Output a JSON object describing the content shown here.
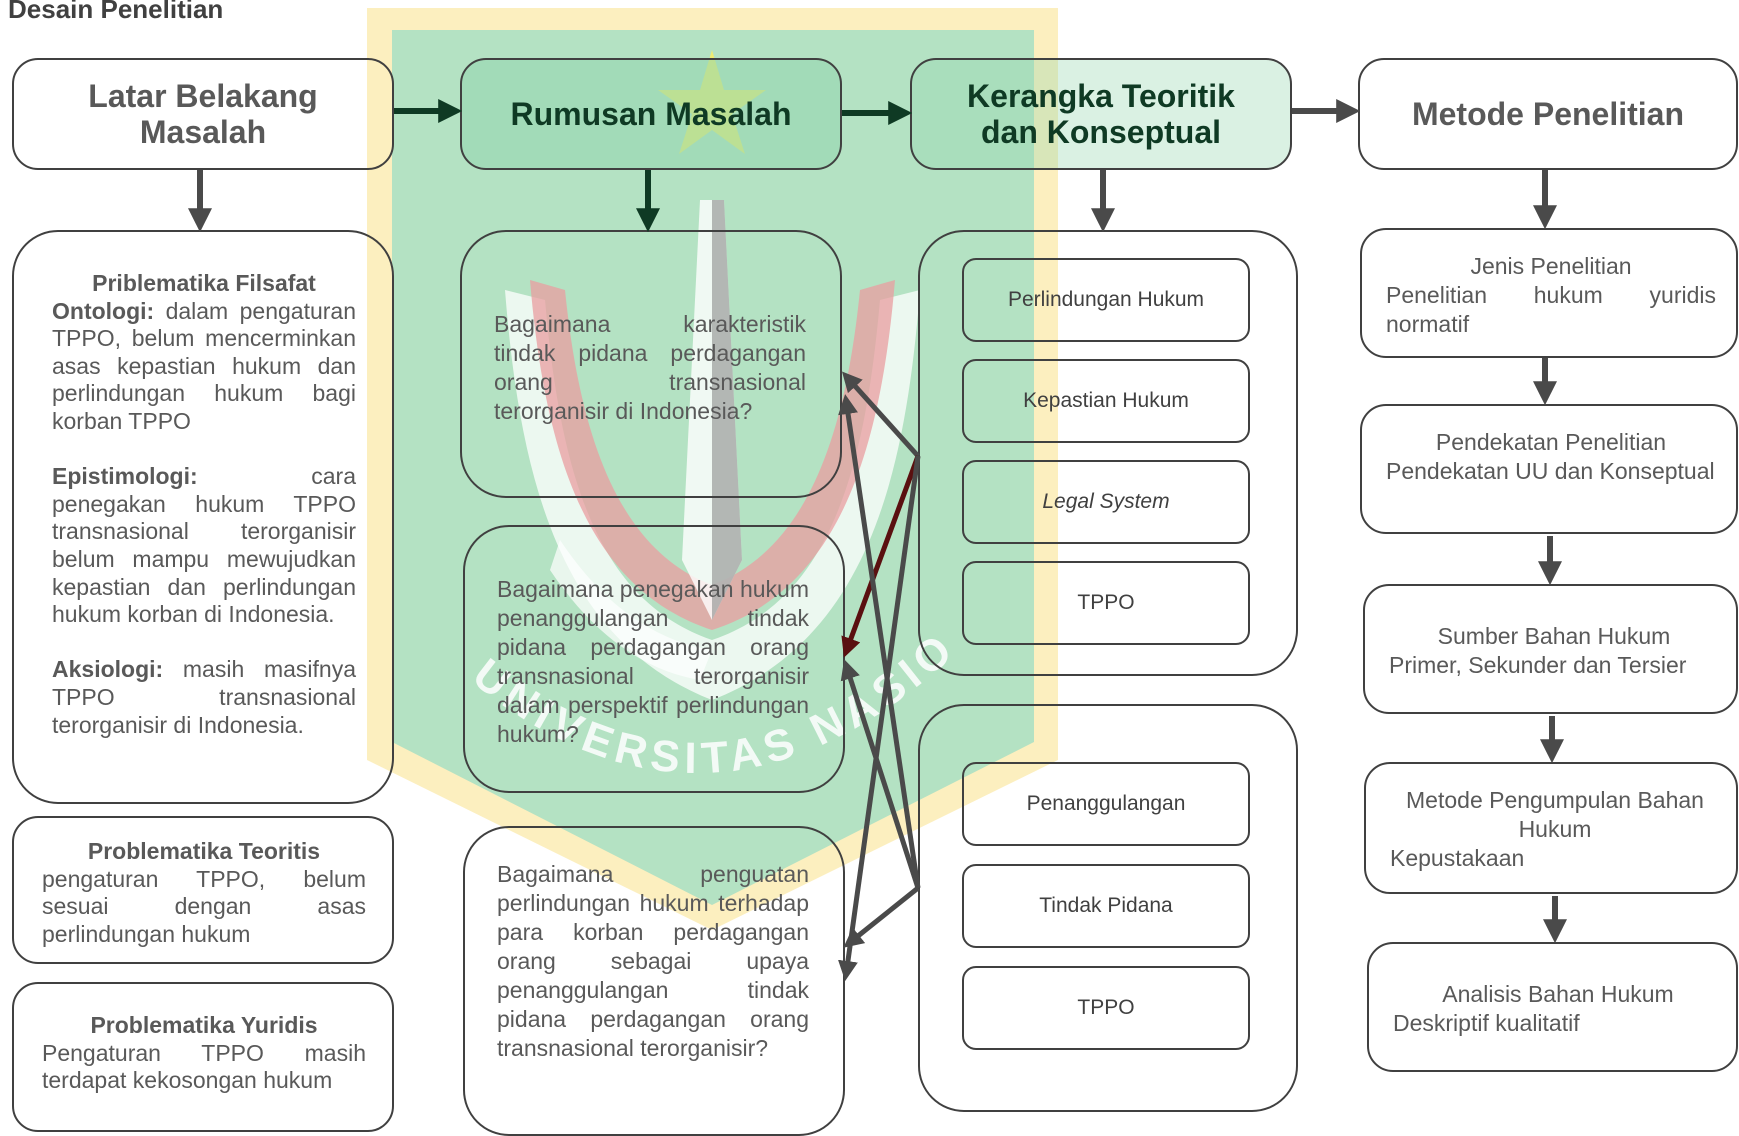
{
  "page_title": "Desain Penelitian",
  "watermark_text": "UNIVERSITAS NASIONAL",
  "colors": {
    "border": "#404040",
    "header_green": "#94d6ae",
    "arrow_green": "#0f3a24",
    "arrow_gray": "#4a4a4a",
    "arrow_dark_red": "#5a1010",
    "text": "#595959"
  },
  "headers": {
    "latar": "Latar Belakang Masalah",
    "rumusan": "Rumusan Masalah",
    "kerangka": "Kerangka Teoritik dan Konseptual",
    "metode": "Metode Penelitian"
  },
  "latar": {
    "filsafat": {
      "title": "Priblematika Filsafat",
      "ontologi_label": "Ontologi:",
      "ontologi_text": " dalam pengaturan TPPO, belum mencerminkan asas kepastian hukum dan perlindungan hukum bagi korban TPPO",
      "epistimologi_label": "Epistimologi:",
      "epistimologi_text": " cara penegakan hukum TPPO transnasional terorganisir belum mampu mewujudkan kepastian dan perlindungan hukum korban di Indonesia.",
      "aksiologi_label": "Aksiologi:",
      "aksiologi_text": " masih masifnya TPPO transnasional terorganisir di Indonesia."
    },
    "teoritis": {
      "title": "Problematika Teoritis",
      "text": "pengaturan TPPO, belum sesuai dengan asas perlindungan hukum"
    },
    "yuridis": {
      "title": "Problematika Yuridis",
      "text": "Pengaturan TPPO masih terdapat kekosongan hukum"
    }
  },
  "rumusan": {
    "q1": "Bagaimana karakteristik tindak pidana perdagangan orang transnasional terorganisir di Indonesia?",
    "q2": "Bagaimana penegakan hukum penanggulangan tindak pidana perdagangan orang transnasional terorganisir dalam perspektif perlindungan hukum?",
    "q3": "Bagaimana penguatan perlindungan hukum terhadap para korban perdagangan orang sebagai upaya penanggulangan tindak pidana perdagangan orang transnasional terorganisir?"
  },
  "kerangka": {
    "group1": [
      "Perlindungan Hukum",
      "Kepastian Hukum",
      "Legal System",
      "TPPO"
    ],
    "group2": [
      "Penanggulangan",
      "Tindak Pidana",
      "TPPO"
    ]
  },
  "metode": {
    "jenis": {
      "title": "Jenis Penelitian",
      "text": "Penelitian hukum yuridis normatif"
    },
    "pendekatan": {
      "title": "Pendekatan Penelitian",
      "text": "Pendekatan UU dan Konseptual"
    },
    "sumber": {
      "title": "Sumber Bahan Hukum",
      "text": "Primer, Sekunder dan Tersier"
    },
    "pengumpulan": {
      "title": "Metode Pengumpulan Bahan Hukum",
      "text": "Kepustakaan"
    },
    "analisis": {
      "title": "Analisis Bahan Hukum",
      "text": "Deskriptif kualitatif"
    }
  }
}
